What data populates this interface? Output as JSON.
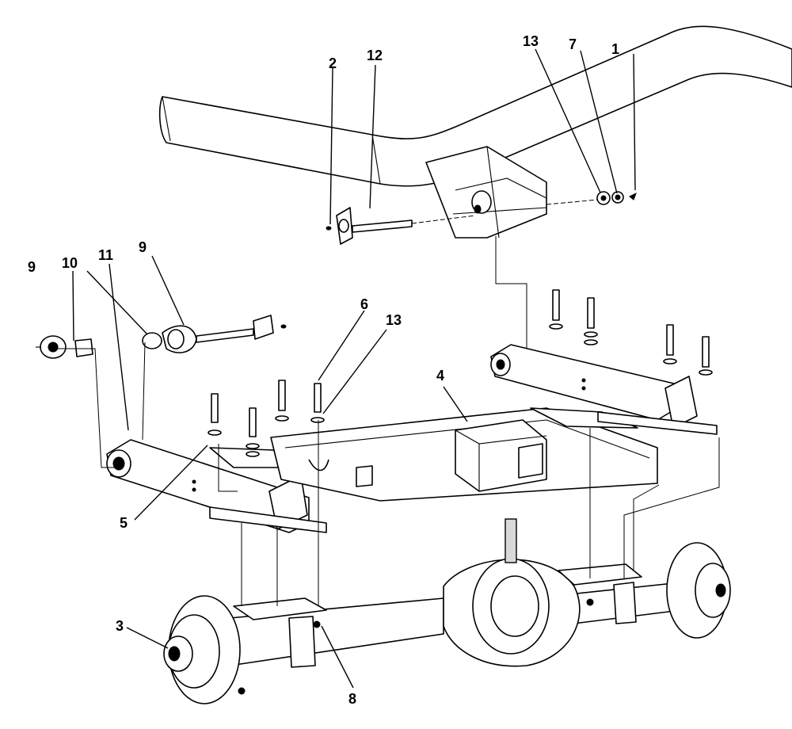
{
  "callouts": [
    {
      "id": "c1",
      "text": "1"
    },
    {
      "id": "c2",
      "text": "2"
    },
    {
      "id": "c3",
      "text": "3"
    },
    {
      "id": "c4",
      "text": "4"
    },
    {
      "id": "c5",
      "text": "5"
    },
    {
      "id": "c6",
      "text": "6"
    },
    {
      "id": "c7",
      "text": "7"
    },
    {
      "id": "c8",
      "text": "8"
    },
    {
      "id": "c9a",
      "text": "9"
    },
    {
      "id": "c9b",
      "text": "9"
    },
    {
      "id": "c10",
      "text": "10"
    },
    {
      "id": "c11",
      "text": "11"
    },
    {
      "id": "c12",
      "text": "12"
    },
    {
      "id": "c13a",
      "text": "13"
    },
    {
      "id": "c13b",
      "text": "13"
    }
  ],
  "colors": {
    "line": "#000000",
    "background": "#ffffff",
    "shade": "#d9d9d9"
  }
}
